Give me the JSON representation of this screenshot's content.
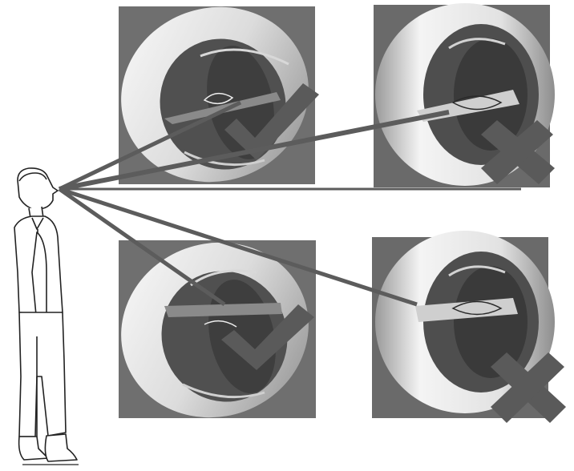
{
  "figure": {
    "panels": [
      {
        "position": "top-left",
        "verdict": "check",
        "view": "side"
      },
      {
        "position": "top-right",
        "verdict": "cross",
        "view": "front"
      },
      {
        "position": "bottom-left",
        "verdict": "check",
        "view": "side"
      },
      {
        "position": "bottom-right",
        "verdict": "cross",
        "view": "front"
      }
    ],
    "colors": {
      "panel_bg": "#6a6a6a",
      "ring_light": "#f2f2f2",
      "ring_dark": "#8a8a8a",
      "interior": "#4a4a4a",
      "sight_line": "#5c5c5c",
      "mark": "#5a5a5a"
    }
  }
}
